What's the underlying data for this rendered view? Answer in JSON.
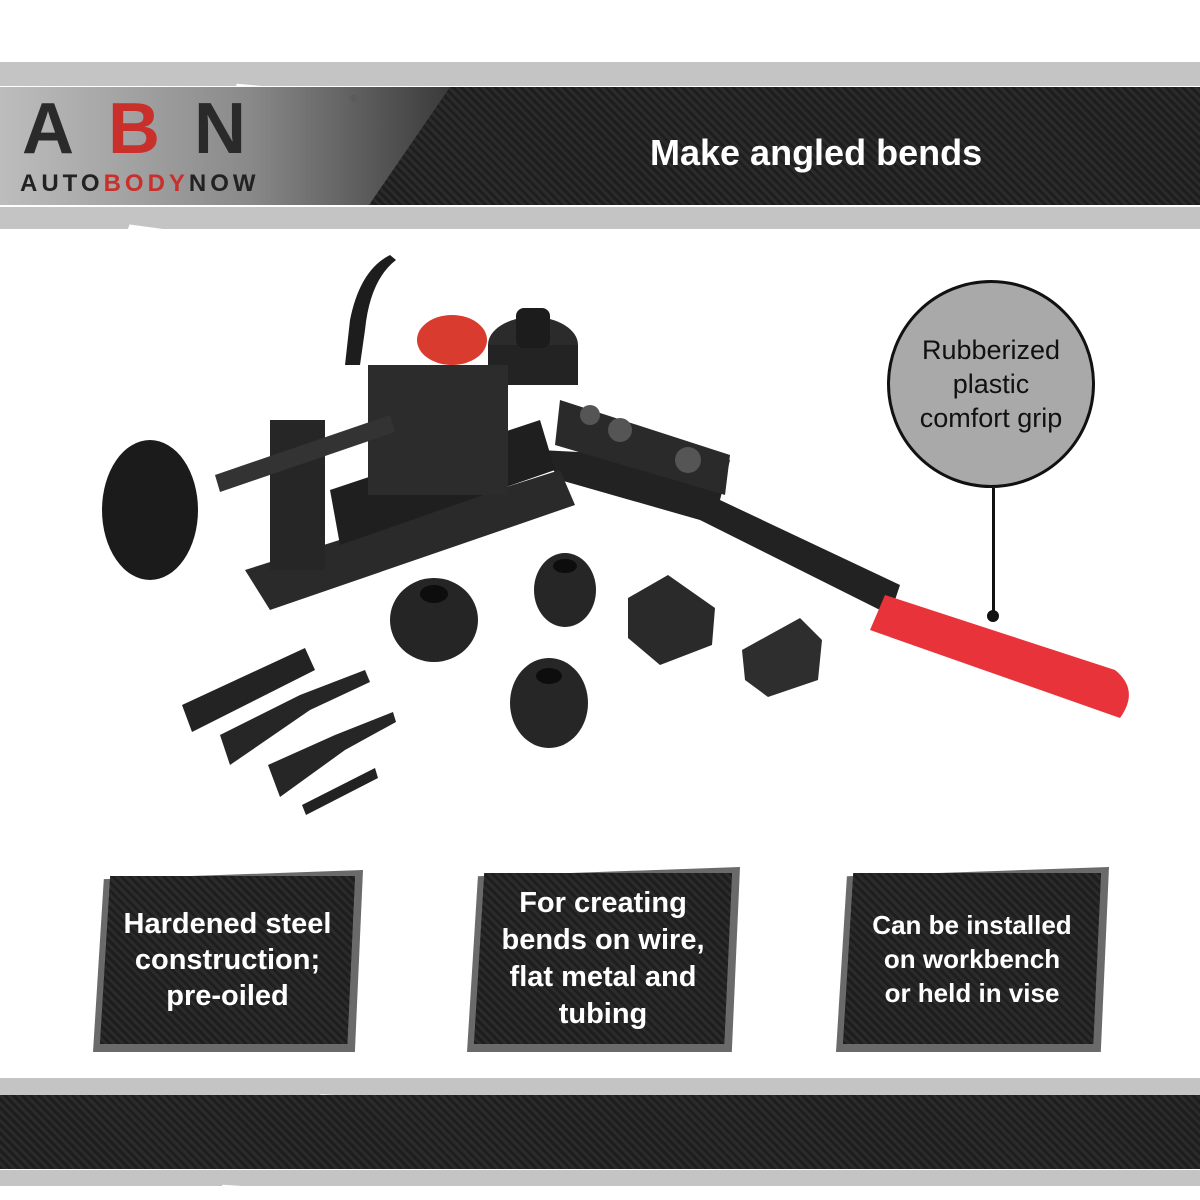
{
  "brand": {
    "logo_letters": "ABN",
    "logo_wordmark": {
      "part1": "AUTO",
      "part2": "BODY",
      "part3": "NOW"
    },
    "registered_mark": "®",
    "accent": "#c9302c"
  },
  "header": {
    "title": "Make angled bends"
  },
  "product": {
    "icon": "bench-bender-tool-kit",
    "grip_color": "#e8333b"
  },
  "callout": {
    "text": "Rubberized plastic comfort grip"
  },
  "features": [
    {
      "text": "Hardened steel construction; pre-oiled"
    },
    {
      "text": "For creating bends on wire, flat metal and tubing"
    },
    {
      "text": "Can be installed on workbench or held in vise"
    }
  ]
}
